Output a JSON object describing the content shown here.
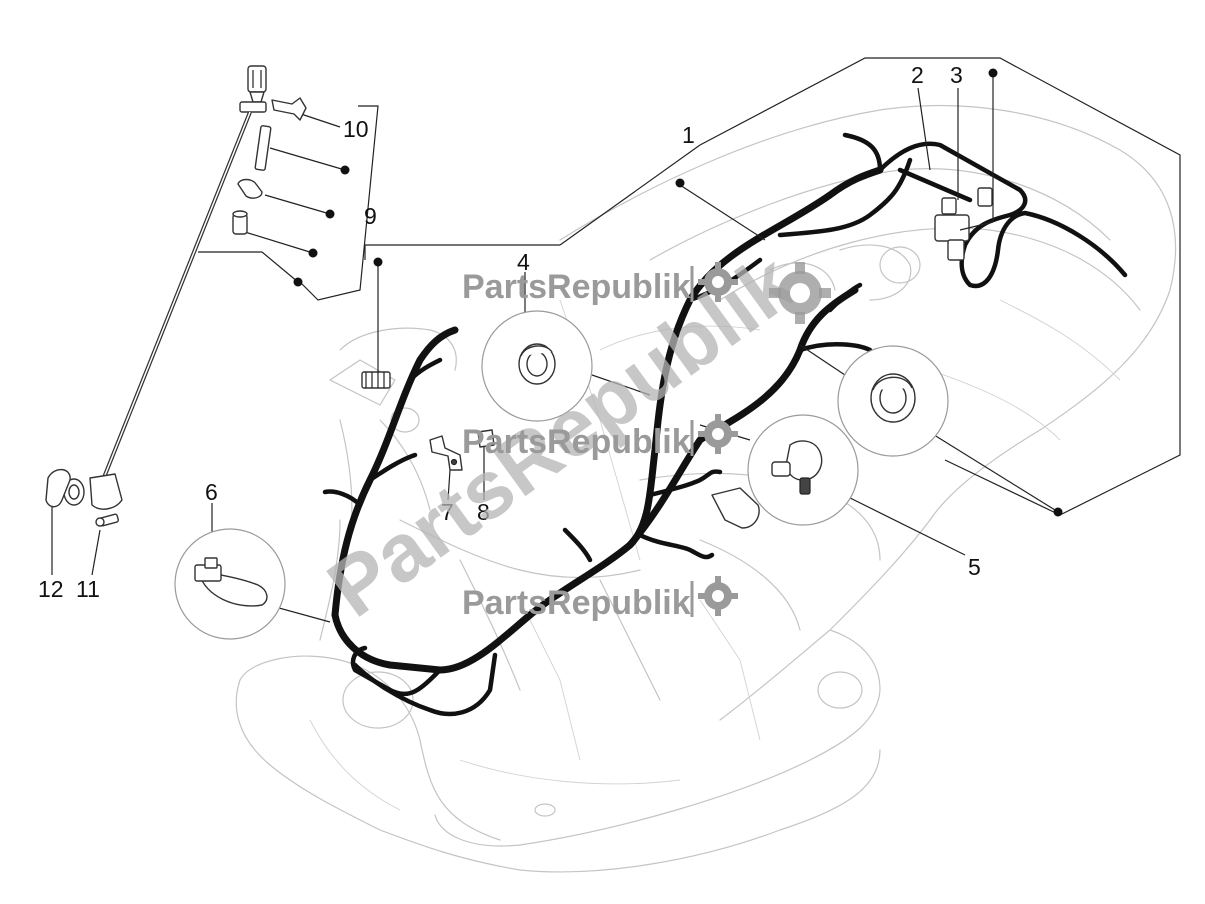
{
  "diagram": {
    "callout_numbers": {
      "n1": "1",
      "n2": "2",
      "n3": "3",
      "n4": "4",
      "n5": "5",
      "n6": "6",
      "n7": "7",
      "n8": "8",
      "n9": "9",
      "n10": "10",
      "n11": "11",
      "n12": "12"
    },
    "watermark": {
      "text": "PartsRepublik",
      "diagonal_text": "PartsRepublik",
      "icon": "gear-icon"
    },
    "colors": {
      "harness": "#111111",
      "outline": "#c4c4c4",
      "watermark": "#9a9a9a"
    }
  }
}
